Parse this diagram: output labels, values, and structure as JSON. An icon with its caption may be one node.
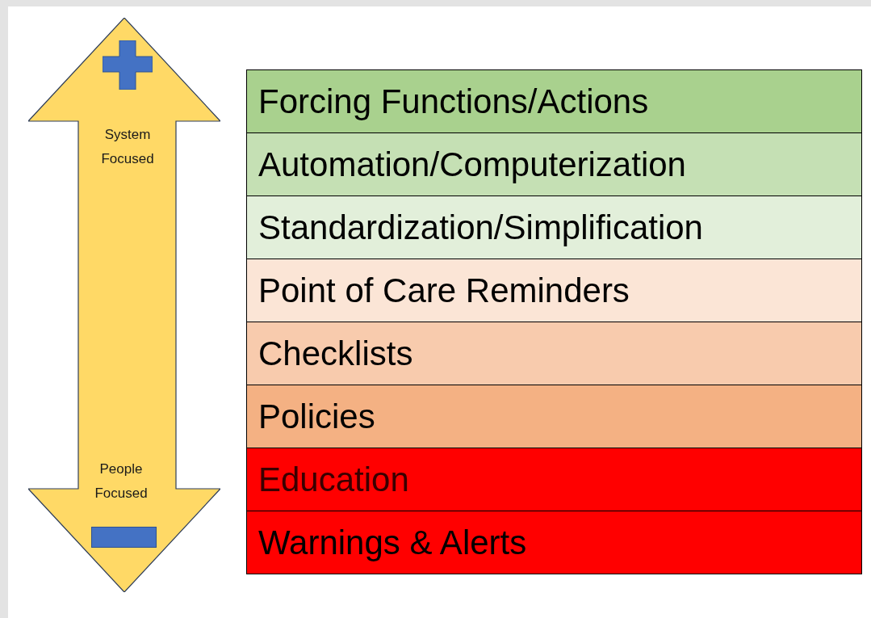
{
  "diagram": {
    "nodes": [
      {
        "text": [
          "System Focused",
          "People Focused"
        ]
      },
      {
        "text": [
          "Forcing Functions/Actions"
        ]
      },
      {
        "text": [
          "Automation/Computerization"
        ]
      },
      {
        "text": [
          "Standardization/Simplification"
        ]
      },
      {
        "text": [
          "Point of Care Reminders"
        ]
      },
      {
        "text": [
          "Checklists"
        ]
      },
      {
        "text": [
          "Policies"
        ]
      },
      {
        "text": [
          "Education"
        ]
      },
      {
        "text": [
          "Warnings & Alerts"
        ]
      }
    ]
  }
}
